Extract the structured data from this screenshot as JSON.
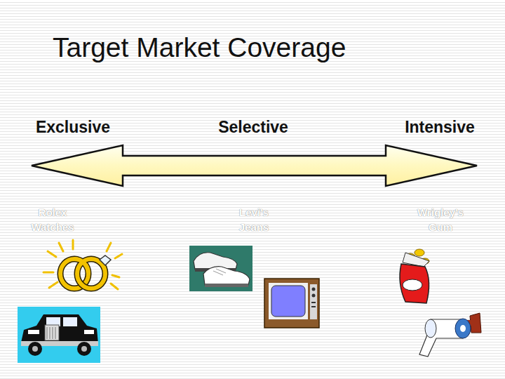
{
  "diagram": {
    "title": "Target Market Coverage",
    "labels": [
      "Exclusive",
      "Selective",
      "Intensive",
      "Rolex Watches",
      "Levi's Jeans",
      "Wrigley's Gum"
    ]
  }
}
